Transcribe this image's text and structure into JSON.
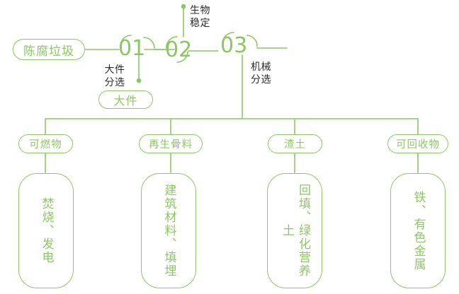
{
  "theme": {
    "accent": "#8CC862",
    "text_dark": "#2b2b2b",
    "background": "#ffffff"
  },
  "diagram": {
    "type": "process-flow-tree",
    "source": {
      "label": "陈腐垃圾"
    },
    "steps": [
      {
        "number": "01",
        "annotation": "大件\n分选",
        "output": "大件"
      },
      {
        "number": "02",
        "annotation": "生物\n稳定",
        "output": ""
      },
      {
        "number": "03",
        "annotation": "机械\n分选",
        "output": ""
      }
    ],
    "outputs": [
      {
        "label": "可燃物",
        "detail": "焚烧、发电"
      },
      {
        "label": "再生骨料",
        "detail": "建筑材料、填埋"
      },
      {
        "label": "渣土",
        "detail": "回填、绿化营养土"
      },
      {
        "label": "可回收物",
        "detail": "铁、有色金属"
      }
    ]
  }
}
